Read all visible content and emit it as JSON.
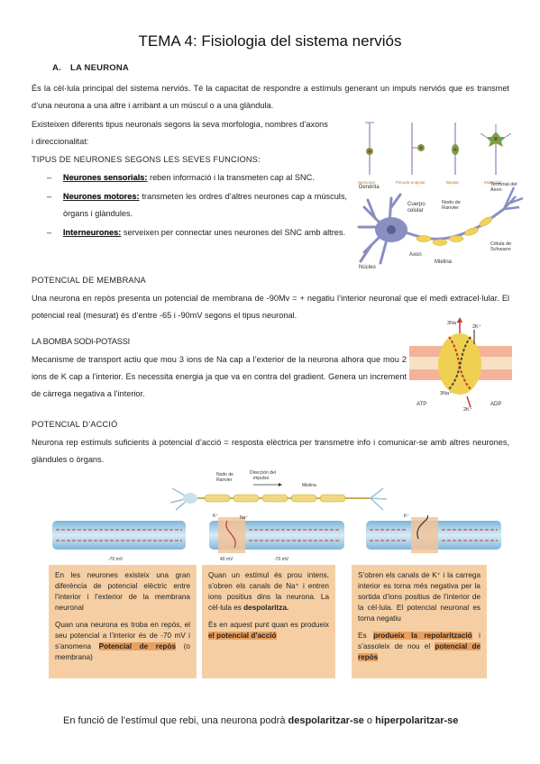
{
  "title": "TEMA 4: Fisiologia del sistema nerviós",
  "section_a": {
    "num": "A.",
    "label": "LA NEURONA"
  },
  "intro": {
    "p1": "És la cèl·lula principal del sistema nerviós. Té la capacitat de respondre a estímuls generant un impuls nerviós que es transmet d’una neurona a una altre i arribant a un múscul o a una glàndula.",
    "p2a": "Existeixen diferents tipus neuronals segons la seva morfologia, nombres d’axons",
    "p2b": "i direccionalitat:"
  },
  "types": {
    "heading": "TIPUS DE NEURONES SEGONS LES SEVES FUNCIONS:",
    "items": [
      {
        "dash": "–",
        "term": "Neurones sensorials:",
        "text": " reben informació i la transmeten cap al SNC."
      },
      {
        "dash": "–",
        "term": "Neurones motores:",
        "text": " transmeten les ordres d’altres neurones cap a músculs, òrgans i glàndules."
      },
      {
        "dash": "–",
        "term": "Interneurones:",
        "text": " serveixen per connectar unes neurones del SNC amb altres."
      }
    ]
  },
  "neuron_types_labels": [
    "Sensorial",
    "Pseudo-unipolar",
    "Bipolar",
    "Multipolar"
  ],
  "neuron_diagram": {
    "dendrita": "Dendrita",
    "cuerpo": "Cuerpo\ncelular",
    "nodo": "Nodo de\nRanvier",
    "terminal": "Terminal del\nAxon",
    "axon": "Axon",
    "celula": "Célula de\nSchwann",
    "nucleo": "Núcleo",
    "mielina": "Mielina"
  },
  "potencial_membrana": {
    "heading": "POTENCIAL DE MEMBRANA",
    "text": "Una neurona en repòs presenta un potencial de membrana de -90Mv = + negatiu l’interior neuronal que el medi extracel·lular. El potencial real (mesurat) és d’entre -65 i -90mV segons el tipus neuronal."
  },
  "bomba": {
    "heading": "LA BOMBA SODI-POTASSI",
    "text": "Mecanisme de transport actiu que mou 3 ions de Na cap a l’exterior de la neurona alhora que mou 2 ions de K cap a l’interior. Es necessita energia ja que va en contra del gradient. Genera un increment de càrrega negativa a l’interior.",
    "labels": {
      "na_top": "3Na⁺",
      "k_top": "2K⁺",
      "na_mid": "3Na⁺",
      "atp": "ATP",
      "k_bot": "2K⁺",
      "adp": "ADP"
    }
  },
  "potencial_accio": {
    "heading": "POTENCIAL D’ACCIÓ",
    "text": "Neurona rep estímuls suficients à potencial d’acció = resposta elèctrica per transmetre info i comunicar-se amb altres neurones, glàndules o òrgans."
  },
  "axon_labels": {
    "nodo": "Nodo de\nRanvier",
    "direccion": "Dirección del\nimpulso",
    "mielina": "Mielina",
    "mv70_1": "-70 mV",
    "mv40": "40 mV",
    "mv70_2": "-70 mV",
    "k1": "K⁺",
    "na": "Na⁺",
    "k2": "K⁺"
  },
  "boxes": {
    "box1": {
      "p1": "En les neurones existeix una gran diferència de potencial elèctric entre l’interior i l’exterior de la membrana neuronal",
      "p2": "Quan una neurona es troba en repòs, el seu potencial a l’interior és de -70 mV i s’anomena ",
      "p2_hl": "Potencial de repòs",
      "p2_end": " (o membrana)"
    },
    "box2": {
      "p1": "Quan un estímul és prou intens, s’obren els canals de Na⁺ i entren ions positius dins la neurona. La cèl·lula es ",
      "p1_bold": "despolaritza.",
      "p2": "És en aquest punt quan es produeix ",
      "p2_hl": "el potencial d’acció"
    },
    "box3": {
      "p1": "S’obren els canals de K⁺ i la carrega interior es torna més negativa per la sortida d’ions positius de l’interior de la cèl·lula. El potencial neuronal es torna negatiu",
      "p2": "Es ",
      "p2_hl": "produeix la repolarització",
      "p2_mid": " i s’assoleix de nou el ",
      "p2_hl2": "potencial de repòs"
    }
  },
  "footer": {
    "pre": "En funció de l’estímul que rebi, una neurona podrà ",
    "b1": "despolaritzar-se",
    "mid": " o ",
    "b2": "hiperpolaritzar-se"
  }
}
